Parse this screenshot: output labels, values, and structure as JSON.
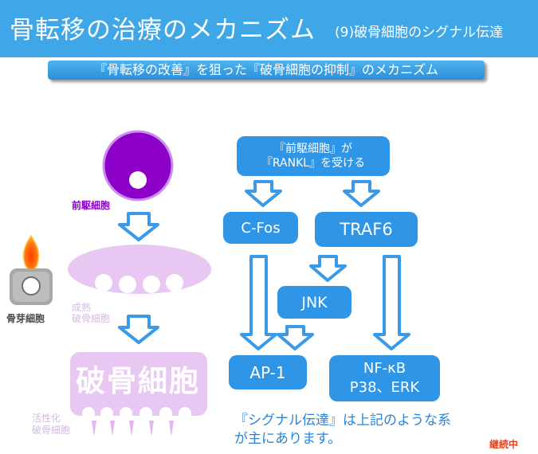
{
  "header": {
    "title": "骨転移の治療のメカニズム",
    "subtitle": "(9)破骨細胞のシグナル伝達"
  },
  "banner": "『骨転移の改善』を狙った『破骨細胞の抑制』のメカニズム",
  "left_diagram": {
    "precursor_label": "前駆細胞",
    "osteoblast_label": "骨芽細胞",
    "mature_label_line1": "成熟",
    "mature_label_line2": "破骨細胞",
    "osteoclast_text": "破骨細胞",
    "active_label_line1": "活性化",
    "active_label_line2": "破骨細胞"
  },
  "flow": {
    "receive_line1": "『前駆細胞』が",
    "receive_line2": "『RANKL』を受ける",
    "cfos": "C-Fos",
    "traf6": "TRAF6",
    "jnk": "JNK",
    "ap1": "AP-1",
    "nfkb_line1": "NF-κB",
    "nfkb_line2": "P38、ERK"
  },
  "note_line1": "『シグナル伝達』は上記のような系",
  "note_line2": "が主にあります。",
  "continued": "継続中",
  "colors": {
    "header": "#3fa7e8",
    "box": "#2f95e6",
    "arrow": "#3a9ae8",
    "precursor": "#8c00c8",
    "osteoclast": "#e8c8f2",
    "continued": "#e8421c"
  }
}
